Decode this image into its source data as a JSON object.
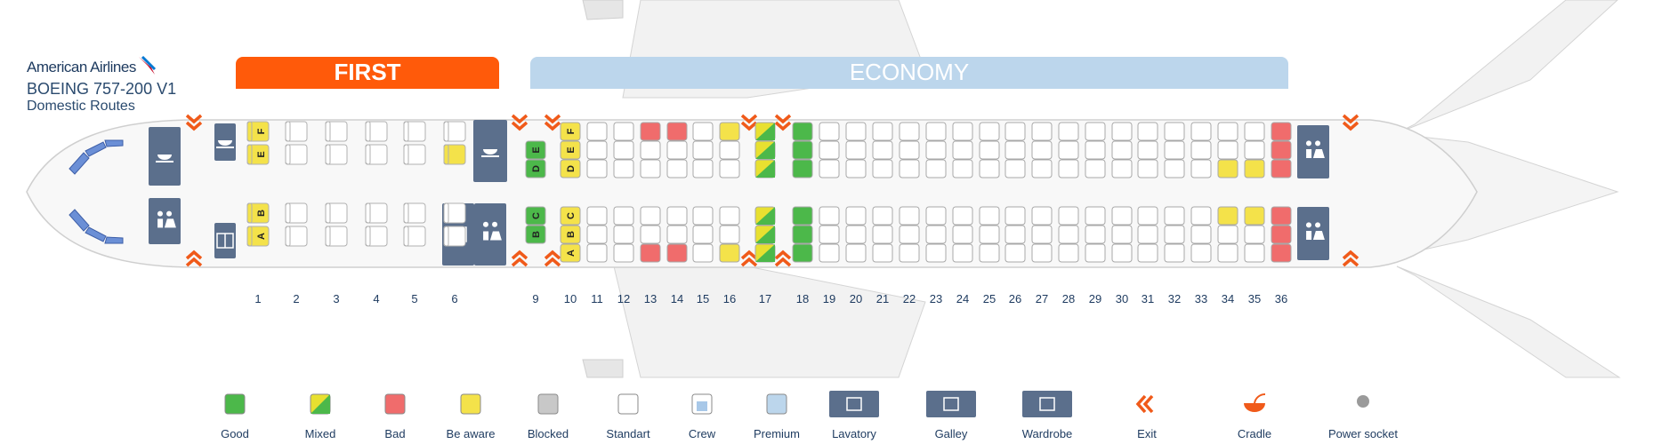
{
  "brand": {
    "airline": "American Airlines",
    "aircraft": "BOEING 757-200 V1",
    "routes": "Domestic Routes"
  },
  "cabins": [
    {
      "name": "FIRST",
      "color": "#ff5a0a"
    },
    {
      "name": "ECONOMY",
      "color": "#bcd6ec"
    }
  ],
  "first_rows": [
    "1",
    "2",
    "3",
    "4",
    "5",
    "6"
  ],
  "first_letters": {
    "top": [
      "F",
      "E"
    ],
    "bottom": [
      "B",
      "A"
    ]
  },
  "economy_rows": [
    "9",
    "10",
    "11",
    "12",
    "13",
    "14",
    "15",
    "16",
    "17",
    "18",
    "19",
    "20",
    "21",
    "22",
    "23",
    "24",
    "25",
    "26",
    "27",
    "28",
    "29",
    "30",
    "31",
    "32",
    "33",
    "34",
    "35",
    "36"
  ],
  "economy_letters": {
    "row9_top": [
      "E",
      "D"
    ],
    "row9_bottom": [
      "C",
      "B"
    ],
    "row10_top": "F",
    "row10_bottom": "A"
  },
  "seat_status": {
    "colors": {
      "good": "#4cb84a",
      "mixed": "#e8e030",
      "bad": "#f06c6c",
      "aware": "#f4e24a",
      "blocked": "#c8c8c8",
      "standard": "#ffffff"
    },
    "overrides": [
      {
        "row": "1",
        "seat": "F",
        "status": "aware"
      },
      {
        "row": "1",
        "seat": "E",
        "status": "aware"
      },
      {
        "row": "1",
        "seat": "B",
        "status": "aware"
      },
      {
        "row": "1",
        "seat": "A",
        "status": "aware"
      },
      {
        "row": "6",
        "seat": "E",
        "status": "aware"
      },
      {
        "row": "9",
        "seat": "E",
        "status": "good"
      },
      {
        "row": "9",
        "seat": "D",
        "status": "good"
      },
      {
        "row": "9",
        "seat": "C",
        "status": "good"
      },
      {
        "row": "9",
        "seat": "B",
        "status": "good"
      },
      {
        "row": "10",
        "seat": "F",
        "status": "aware"
      },
      {
        "row": "10",
        "seat": "E",
        "status": "aware"
      },
      {
        "row": "10",
        "seat": "D",
        "status": "aware"
      },
      {
        "row": "10",
        "seat": "C",
        "status": "aware"
      },
      {
        "row": "10",
        "seat": "B",
        "status": "aware"
      },
      {
        "row": "10",
        "seat": "A",
        "status": "aware"
      },
      {
        "row": "13",
        "seat": "F",
        "status": "bad"
      },
      {
        "row": "13",
        "seat": "A",
        "status": "bad"
      },
      {
        "row": "14",
        "seat": "F",
        "status": "bad"
      },
      {
        "row": "14",
        "seat": "A",
        "status": "bad"
      },
      {
        "row": "16",
        "seat": "F",
        "status": "aware"
      },
      {
        "row": "16",
        "seat": "A",
        "status": "aware"
      },
      {
        "row": "17",
        "seat": "F",
        "status": "mixed"
      },
      {
        "row": "17",
        "seat": "E",
        "status": "mixed"
      },
      {
        "row": "17",
        "seat": "D",
        "status": "mixed"
      },
      {
        "row": "17",
        "seat": "C",
        "status": "mixed"
      },
      {
        "row": "17",
        "seat": "B",
        "status": "mixed"
      },
      {
        "row": "17",
        "seat": "A",
        "status": "mixed"
      },
      {
        "row": "18",
        "seat": "F",
        "status": "good"
      },
      {
        "row": "18",
        "seat": "E",
        "status": "good"
      },
      {
        "row": "18",
        "seat": "D",
        "status": "good"
      },
      {
        "row": "18",
        "seat": "C",
        "status": "good"
      },
      {
        "row": "18",
        "seat": "B",
        "status": "good"
      },
      {
        "row": "18",
        "seat": "A",
        "status": "good"
      },
      {
        "row": "34",
        "seat": "D",
        "status": "aware"
      },
      {
        "row": "34",
        "seat": "C",
        "status": "aware"
      },
      {
        "row": "35",
        "seat": "D",
        "status": "aware"
      },
      {
        "row": "35",
        "seat": "C",
        "status": "aware"
      },
      {
        "row": "36",
        "seat": "F",
        "status": "bad"
      },
      {
        "row": "36",
        "seat": "E",
        "status": "bad"
      },
      {
        "row": "36",
        "seat": "D",
        "status": "bad"
      },
      {
        "row": "36",
        "seat": "C",
        "status": "bad"
      },
      {
        "row": "36",
        "seat": "B",
        "status": "bad"
      },
      {
        "row": "36",
        "seat": "A",
        "status": "bad"
      }
    ]
  },
  "legend": [
    {
      "label": "Good",
      "icon": "good-seat-icon",
      "color": "#4cb84a"
    },
    {
      "label": "Mixed",
      "icon": "mixed-seat-icon",
      "color": "#e8e030"
    },
    {
      "label": "Bad",
      "icon": "bad-seat-icon",
      "color": "#f06c6c"
    },
    {
      "label": "Be aware",
      "icon": "aware-seat-icon",
      "color": "#f4e24a"
    },
    {
      "label": "Blocked",
      "icon": "blocked-seat-icon",
      "color": "#c8c8c8"
    },
    {
      "label": "Standart",
      "icon": "standard-seat-icon",
      "color": "#ffffff"
    },
    {
      "label": "Crew",
      "icon": "crew-seat-icon",
      "color": "#ffffff"
    },
    {
      "label": "Premium",
      "icon": "premium-seat-icon",
      "color": "#bcd6ec"
    },
    {
      "label": "Lavatory",
      "icon": "lavatory-icon",
      "color": "#5b6f8c"
    },
    {
      "label": "Galley",
      "icon": "galley-icon",
      "color": "#5b6f8c"
    },
    {
      "label": "Wardrobe",
      "icon": "wardrobe-icon",
      "color": "#5b6f8c"
    },
    {
      "label": "Exit",
      "icon": "exit-icon",
      "color": "#f05a1a"
    },
    {
      "label": "Cradle",
      "icon": "cradle-icon",
      "color": "#f05a1a"
    },
    {
      "label": "Power socket",
      "icon": "power-socket-icon",
      "color": "#9a9a9a"
    }
  ],
  "colors": {
    "exit": "#f05a1a",
    "facility": "#5b6f8c",
    "fuselage": "#f7f7f7",
    "outline": "#cfcfcf"
  }
}
